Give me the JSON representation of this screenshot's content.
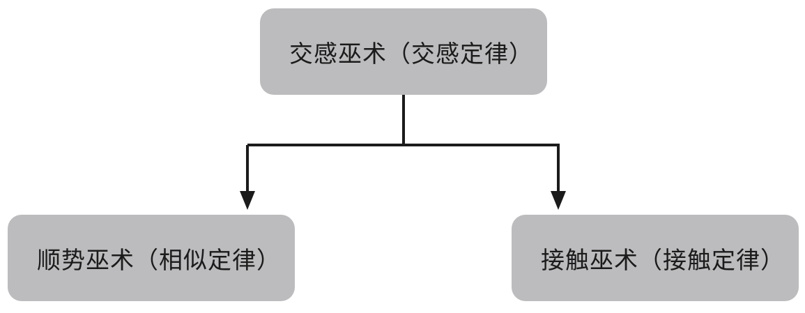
{
  "diagram": {
    "root": {
      "label": "交感巫术（交感定律）"
    },
    "children": [
      {
        "label": "顺势巫术（相似定律）"
      },
      {
        "label": "接触巫术（接触定律）"
      }
    ]
  },
  "colors": {
    "node_fill": "#bcbcbe",
    "text": "#1b1b1b",
    "connector": "#1b1b1b",
    "background": "#ffffff"
  }
}
